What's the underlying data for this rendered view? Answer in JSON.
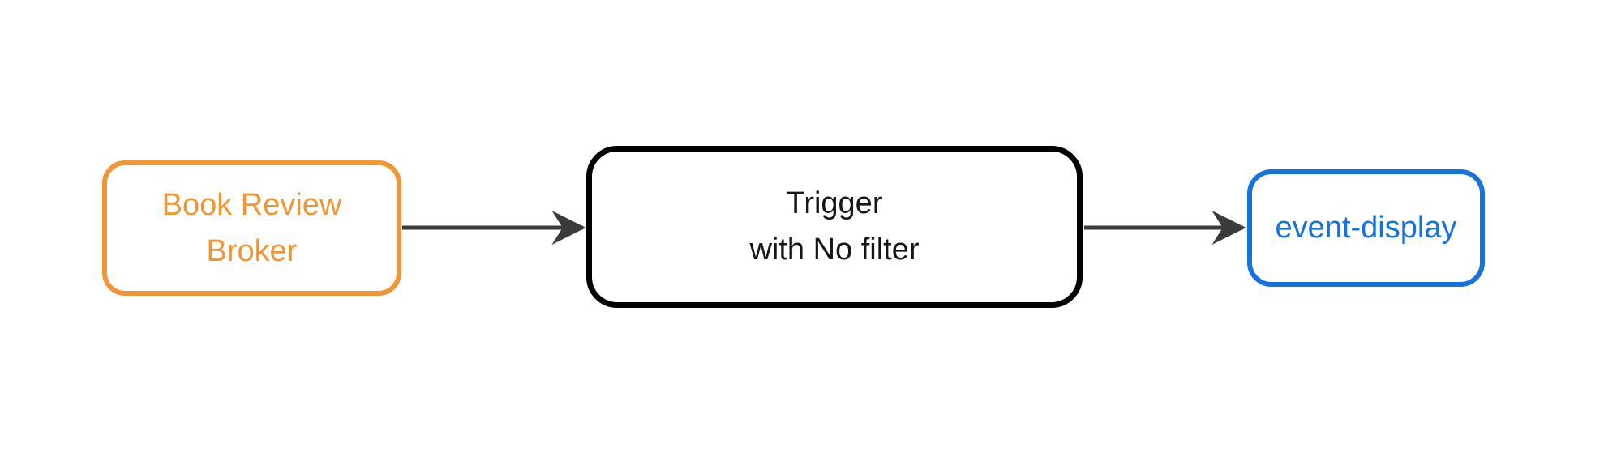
{
  "diagram": {
    "type": "flowchart",
    "direction": "left-to-right",
    "background": "#ffffff",
    "nodes": [
      {
        "id": "book-review-broker",
        "label": "Book Review\nBroker",
        "border_color": "#F09637",
        "text_color": "#F09637"
      },
      {
        "id": "trigger-with-no-filter",
        "label": "Trigger\nwith No filter",
        "border_color": "#000000",
        "text_color": "#161616"
      },
      {
        "id": "event-display",
        "label": "event-display",
        "border_color": "#1672DC",
        "text_color": "#1672DC"
      }
    ],
    "edges": [
      {
        "from": "book-review-broker",
        "to": "trigger-with-no-filter",
        "color": "#3A3A3A"
      },
      {
        "from": "trigger-with-no-filter",
        "to": "event-display",
        "color": "#3A3A3A"
      }
    ]
  }
}
